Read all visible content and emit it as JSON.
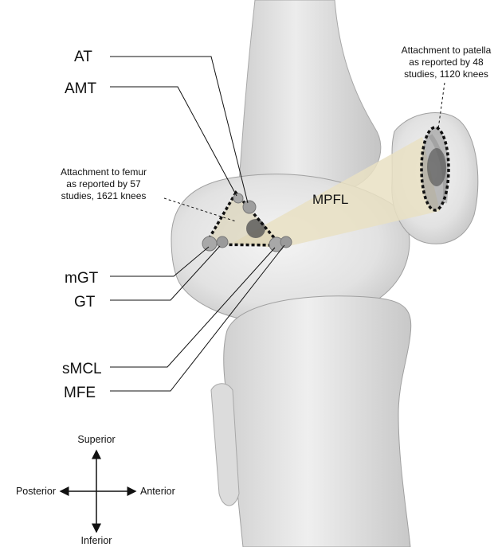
{
  "labels": {
    "at": "AT",
    "amt": "AMT",
    "mgt": "mGT",
    "gt": "GT",
    "smcl": "sMCL",
    "mfe": "MFE",
    "mpfl": "MPFL"
  },
  "femur_note": [
    "Attachment to femur",
    "as reported by 57",
    "studies, 1621 knees"
  ],
  "patella_note": [
    "Attachment to patella",
    "as reported by 48",
    "studies, 1120 knees"
  ],
  "orientation": {
    "superior": "Superior",
    "inferior": "Inferior",
    "anterior": "Anterior",
    "posterior": "Posterior"
  }
}
